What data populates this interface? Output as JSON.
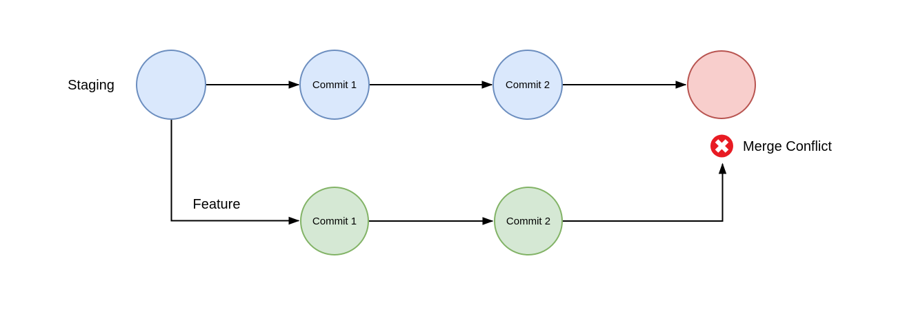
{
  "diagram": {
    "background": "#ffffff",
    "edge_color": "#000000",
    "text_color": "#000000",
    "staging_branch": {
      "label": "Staging",
      "node_fill": "#dae8fc",
      "node_stroke": "#6c8ebf",
      "nodes": {
        "commit1": "Commit 1",
        "commit2": "Commit 2"
      }
    },
    "feature_branch": {
      "label": "Feature",
      "node_fill": "#d5e8d4",
      "node_stroke": "#82b366",
      "nodes": {
        "commit1": "Commit 1",
        "commit2": "Commit 2"
      }
    },
    "merge_node": {
      "fill": "#f8cecc",
      "stroke": "#b85450"
    },
    "conflict": {
      "label": "Merge Conflict",
      "icon_color": "#e81b23",
      "icon_glyph_color": "#ffffff",
      "text_color": "#990000"
    }
  }
}
